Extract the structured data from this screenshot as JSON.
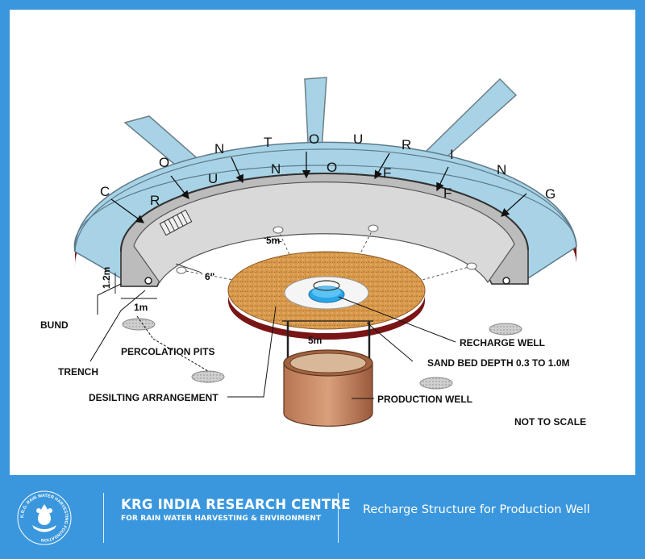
{
  "diagram": {
    "contour_outer_letters": [
      "C",
      "O",
      "N",
      "T",
      "O",
      "U",
      "R",
      "I",
      "N",
      "G"
    ],
    "contour_inner_letters": [
      "R",
      "U",
      "N",
      "O",
      "F",
      "F"
    ],
    "labels": {
      "bund": "BUND",
      "trench": "TRENCH",
      "percolation_pits": "PERCOLATION PITS",
      "desilting": "DESILTING ARRANGEMENT",
      "recharge_well": "RECHARGE WELL",
      "sand_bed": "SAND BED DEPTH 0.3 TO 1.0M",
      "production_well": "PRODUCTION WELL",
      "not_to_scale": "NOT TO SCALE"
    },
    "dimensions": {
      "trench_depth": "1.2m",
      "trench_width": "1m",
      "radius": "5m",
      "pipe_size": "6\"",
      "well_distance": "5m"
    }
  },
  "footer": {
    "org_name": "KRG INDIA RESEARCH CENTRE",
    "org_sub": "FOR RAIN WATER HARVESTING & ENVIRONMENT",
    "caption": "Recharge Structure for Production Well",
    "logo_text": "K.R.G. RAIN WATER HARVESTING FOUNDATION"
  },
  "colors": {
    "brand_blue": "#3a97dd",
    "bund": "#7a1515",
    "contour_band": "#a8d3e6",
    "sand": "#d9994a",
    "well": "#c98a63"
  }
}
